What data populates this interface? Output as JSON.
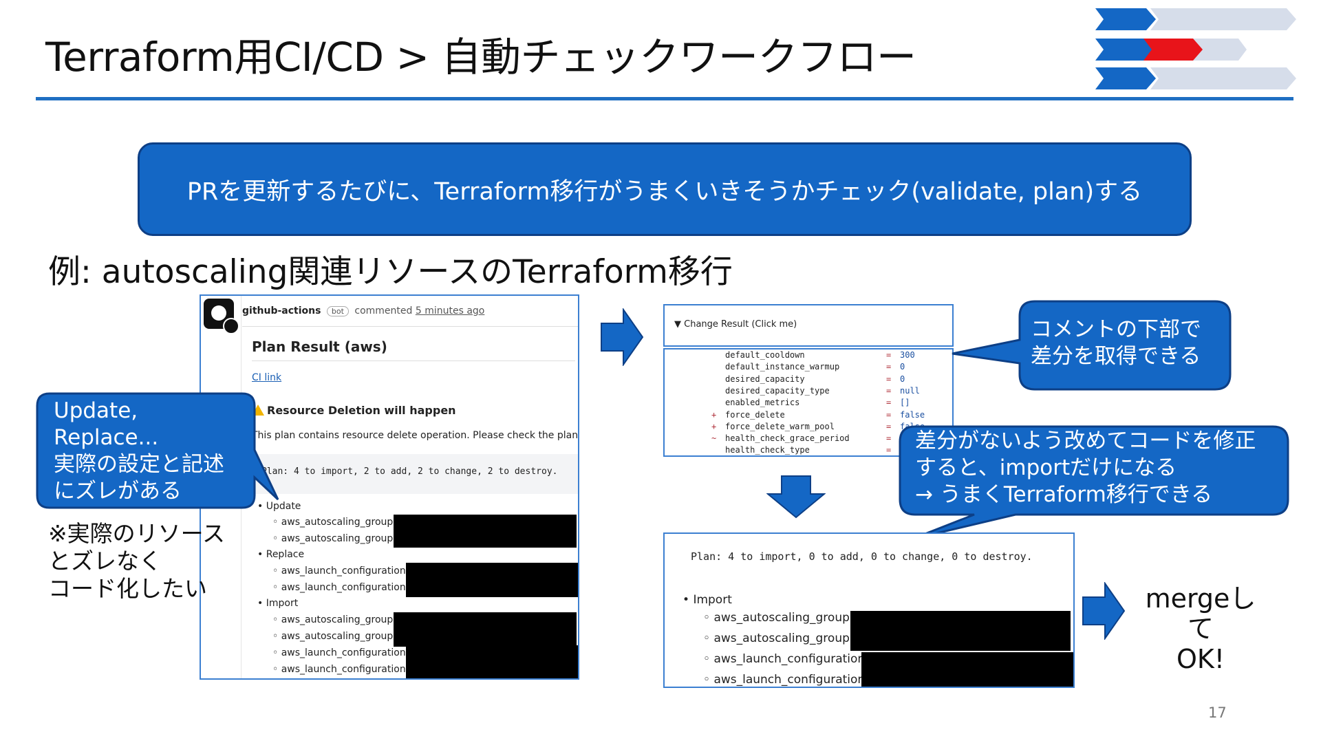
{
  "slide": {
    "title": "Terraform用CI/CD > 自動チェックワークフロー",
    "banner": "PRを更新するたびに、Terraform移行がうまくいきそうかチェック(validate, plan)する",
    "example": "例: autoscaling関連リソースのTerraform移行",
    "page_number": "17",
    "accent_color": "#1467c5",
    "highlight_color": "#e8141a"
  },
  "github_comment": {
    "author": "github-actions",
    "bot_tag": "bot",
    "action": "commented",
    "time": "5 minutes ago",
    "heading": "Plan Result (aws)",
    "ci_link": "CI link",
    "warning": "Resource Deletion will happen",
    "description": "This plan contains resource delete operation. Please check the plan resu",
    "plan_line": "Plan: 4 to import, 2 to add, 2 to change, 2 to destroy.",
    "groups": [
      {
        "label": "Update",
        "items": [
          "aws_autoscaling_group.",
          "aws_autoscaling_group."
        ]
      },
      {
        "label": "Replace",
        "items": [
          "aws_launch_configuration.",
          "aws_launch_configuration."
        ]
      },
      {
        "label": "Import",
        "items": [
          "aws_autoscaling_group.",
          "aws_autoscaling_group.",
          "aws_launch_configuration.",
          "aws_launch_configuration."
        ]
      }
    ]
  },
  "callout_left": {
    "line1": "Update,",
    "line2": "Replace...",
    "line3": "実際の設定と記述",
    "line4": "にズレがある"
  },
  "note": {
    "line1": "※実際のリソース",
    "line2": "とズレなく",
    "line3": "コード化したい"
  },
  "change_result": {
    "summary": "▼ Change Result (Click me)",
    "rows": [
      {
        "prefix": " ",
        "key": "default_cooldown",
        "value": "300"
      },
      {
        "prefix": " ",
        "key": "default_instance_warmup",
        "value": "0"
      },
      {
        "prefix": " ",
        "key": "desired_capacity",
        "value": "0"
      },
      {
        "prefix": " ",
        "key": "desired_capacity_type",
        "value": "null"
      },
      {
        "prefix": " ",
        "key": "enabled_metrics",
        "value": "[]"
      },
      {
        "prefix": "+",
        "key": "force_delete",
        "value": "false"
      },
      {
        "prefix": "+",
        "key": "force_delete_warm_pool",
        "value": "false"
      },
      {
        "prefix": "~",
        "key": "health_check_grace_period",
        "value": ""
      },
      {
        "prefix": " ",
        "key": "health_check_type",
        "value": ""
      }
    ]
  },
  "callout_diff": {
    "line1": "コメントの下部で",
    "line2": "差分を取得できる"
  },
  "callout_fix": {
    "line1": "差分がないよう改めてコードを修正",
    "line2": "すると、importだけになる",
    "line3": "→ うまくTerraform移行できる"
  },
  "plan_result2": {
    "plan_line": "Plan: 4 to import, 0 to add, 0 to change, 0 to destroy.",
    "group": "Import",
    "items": [
      "aws_autoscaling_group.",
      "aws_autoscaling_group.",
      "aws_launch_configuration.",
      "aws_launch_configuration."
    ]
  },
  "merge": {
    "line1": "mergeして",
    "line2": "OK!"
  }
}
